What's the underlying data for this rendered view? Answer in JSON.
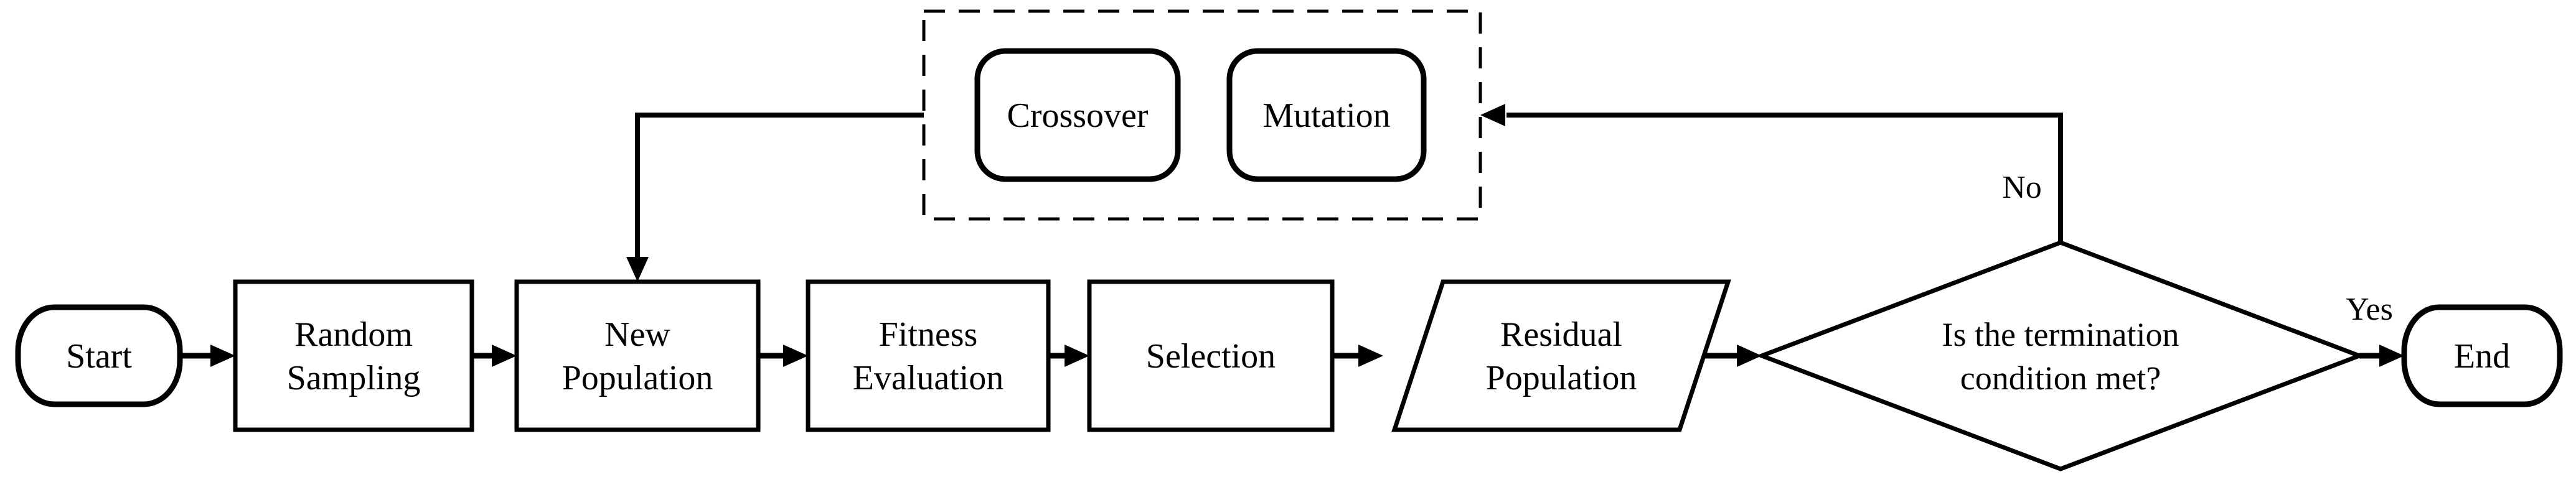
{
  "flowchart": {
    "colors": {
      "background": "#ffffff",
      "stroke": "#000000",
      "text": "#000000"
    },
    "nodes": {
      "start": {
        "label": "Start"
      },
      "random_sampling": {
        "line1": "Random",
        "line2": "Sampling"
      },
      "new_population": {
        "line1": "New",
        "line2": "Population"
      },
      "fitness_evaluation": {
        "line1": "Fitness",
        "line2": "Evaluation"
      },
      "selection": {
        "label": "Selection"
      },
      "residual_population": {
        "line1": "Residual",
        "line2": "Population"
      },
      "termination_decision": {
        "line1": "Is the termination",
        "line2": "condition met?"
      },
      "end": {
        "label": "End"
      },
      "crossover": {
        "label": "Crossover"
      },
      "mutation": {
        "label": "Mutation"
      }
    },
    "edge_labels": {
      "no": "No",
      "yes": "Yes"
    }
  }
}
